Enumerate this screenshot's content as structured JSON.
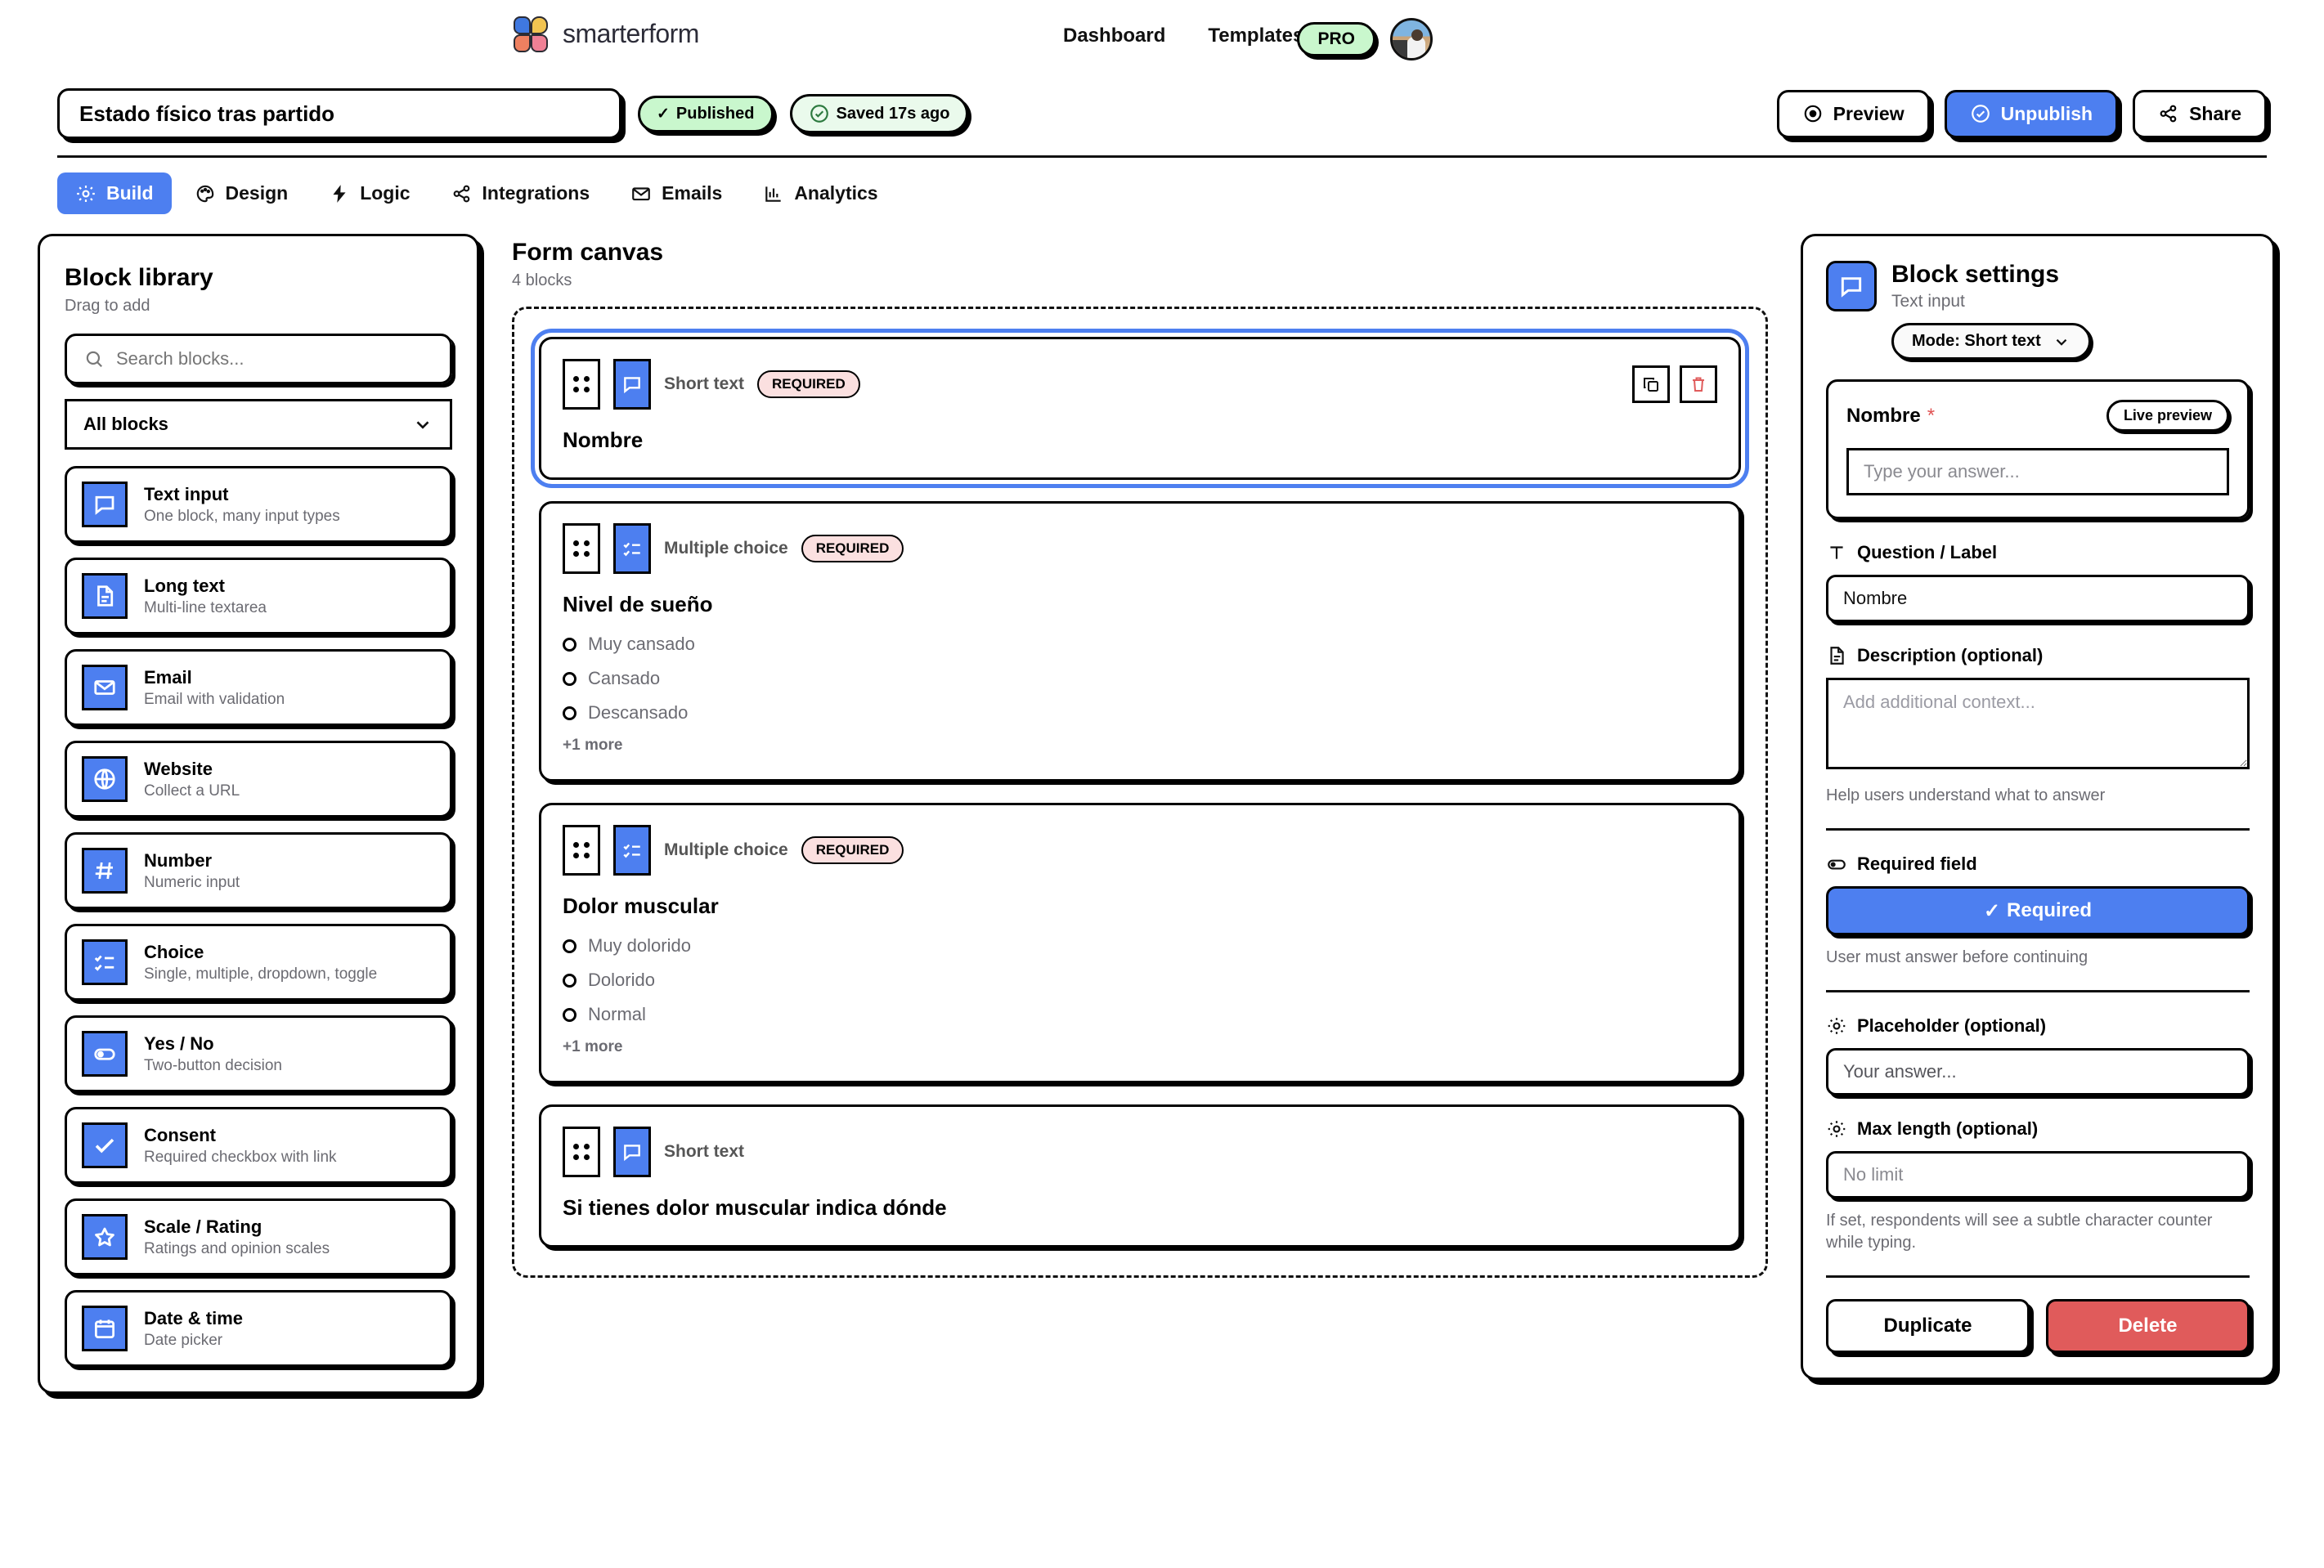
{
  "app": {
    "brand_name": "smarterform",
    "nav": [
      {
        "label": "Dashboard"
      },
      {
        "label": "Templates"
      }
    ],
    "plan_badge": "PRO"
  },
  "titlebar": {
    "form_title": "Estado físico tras partido",
    "published_label": "Published",
    "saved_label": "Saved 17s ago",
    "preview_label": "Preview",
    "unpublish_label": "Unpublish",
    "share_label": "Share"
  },
  "tabs": [
    {
      "label": "Build",
      "icon": "gear-icon",
      "active": true
    },
    {
      "label": "Design",
      "icon": "palette-icon",
      "active": false
    },
    {
      "label": "Logic",
      "icon": "bolt-icon",
      "active": false
    },
    {
      "label": "Integrations",
      "icon": "share-icon",
      "active": false
    },
    {
      "label": "Emails",
      "icon": "envelope-icon",
      "active": false
    },
    {
      "label": "Analytics",
      "icon": "bar-chart-icon",
      "active": false
    }
  ],
  "library": {
    "title": "Block library",
    "subtitle": "Drag to add",
    "search_placeholder": "Search blocks...",
    "filter_value": "All blocks",
    "items": [
      {
        "title": "Text input",
        "desc": "One block, many input types",
        "icon": "speech-bubble-icon"
      },
      {
        "title": "Long text",
        "desc": "Multi-line textarea",
        "icon": "document-lines-icon"
      },
      {
        "title": "Email",
        "desc": "Email with validation",
        "icon": "envelope-icon"
      },
      {
        "title": "Website",
        "desc": "Collect a URL",
        "icon": "globe-icon"
      },
      {
        "title": "Number",
        "desc": "Numeric input",
        "icon": "hash-icon"
      },
      {
        "title": "Choice",
        "desc": "Single, multiple, dropdown, toggle",
        "icon": "checklist-icon"
      },
      {
        "title": "Yes / No",
        "desc": "Two-button decision",
        "icon": "toggle-icon"
      },
      {
        "title": "Consent",
        "desc": "Required checkbox with link",
        "icon": "check-icon"
      },
      {
        "title": "Scale / Rating",
        "desc": "Ratings and opinion scales",
        "icon": "star-icon"
      },
      {
        "title": "Date & time",
        "desc": "Date picker",
        "icon": "calendar-icon"
      }
    ]
  },
  "canvas": {
    "title": "Form canvas",
    "count_label": "4 blocks",
    "blocks": [
      {
        "type": "Short text",
        "icon": "speech-bubble-icon",
        "required_badge": "REQUIRED",
        "label": "Nombre",
        "selected": true,
        "options": [],
        "more": ""
      },
      {
        "type": "Multiple choice",
        "icon": "checklist-icon",
        "required_badge": "REQUIRED",
        "label": "Nivel de sueño",
        "selected": false,
        "options": [
          "Muy cansado",
          "Cansado",
          "Descansado"
        ],
        "more": "+1 more"
      },
      {
        "type": "Multiple choice",
        "icon": "checklist-icon",
        "required_badge": "REQUIRED",
        "label": "Dolor muscular",
        "selected": false,
        "options": [
          "Muy dolorido",
          "Dolorido",
          "Normal"
        ],
        "more": "+1 more"
      },
      {
        "type": "Short text",
        "icon": "speech-bubble-icon",
        "required_badge": "",
        "label": "Si tienes dolor muscular indica dónde",
        "selected": false,
        "options": [],
        "more": ""
      }
    ]
  },
  "settings": {
    "title": "Block settings",
    "subtitle": "Text input",
    "mode_label": "Mode: Short text",
    "preview": {
      "label": "Nombre",
      "required_mark": "*",
      "live_preview_label": "Live preview",
      "input_placeholder": "Type your answer..."
    },
    "question": {
      "label": "Question / Label",
      "value": "Nombre"
    },
    "description": {
      "label": "Description (optional)",
      "placeholder": "Add additional context...",
      "hint": "Help users understand what to answer"
    },
    "required": {
      "label": "Required field",
      "button_label": "Required",
      "hint": "User must answer before continuing"
    },
    "placeholder_field": {
      "label": "Placeholder (optional)",
      "value": "Your answer..."
    },
    "maxlength": {
      "label": "Max length (optional)",
      "placeholder": "No limit",
      "hint": "If set, respondents will see a subtle character counter while typing."
    },
    "duplicate_label": "Duplicate",
    "delete_label": "Delete"
  },
  "colors": {
    "accent": "#4d7ff0",
    "danger": "#e05b5b",
    "success": "#c9f7cd",
    "required_badge_bg": "#fbe0e0"
  }
}
